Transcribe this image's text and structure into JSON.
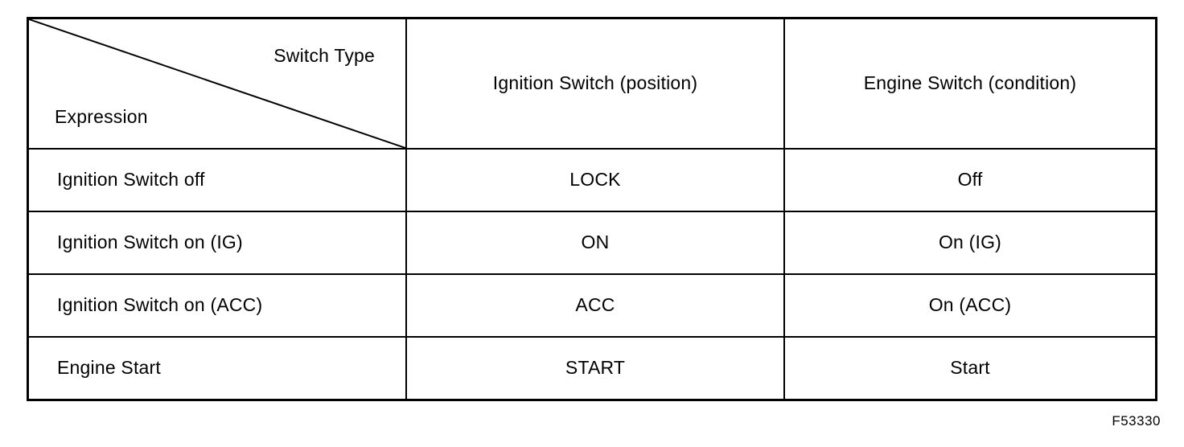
{
  "figure": {
    "code": "F53330"
  },
  "table": {
    "corner": {
      "top_right_label": "Switch Type",
      "bottom_left_label": "Expression"
    },
    "columns": [
      "Ignition Switch (position)",
      "Engine Switch (condition)"
    ],
    "rows": [
      {
        "expression": "Ignition Switch off",
        "ignition_switch_position": "LOCK",
        "engine_switch_condition": "Off"
      },
      {
        "expression": "Ignition Switch on (IG)",
        "ignition_switch_position": "ON",
        "engine_switch_condition": "On (IG)"
      },
      {
        "expression": "Ignition Switch on (ACC)",
        "ignition_switch_position": "ACC",
        "engine_switch_condition": "On (ACC)"
      },
      {
        "expression": "Engine Start",
        "ignition_switch_position": "START",
        "engine_switch_condition": "Start"
      }
    ],
    "colors": {
      "border": "#000000",
      "background": "#ffffff",
      "text": "#000000"
    }
  }
}
